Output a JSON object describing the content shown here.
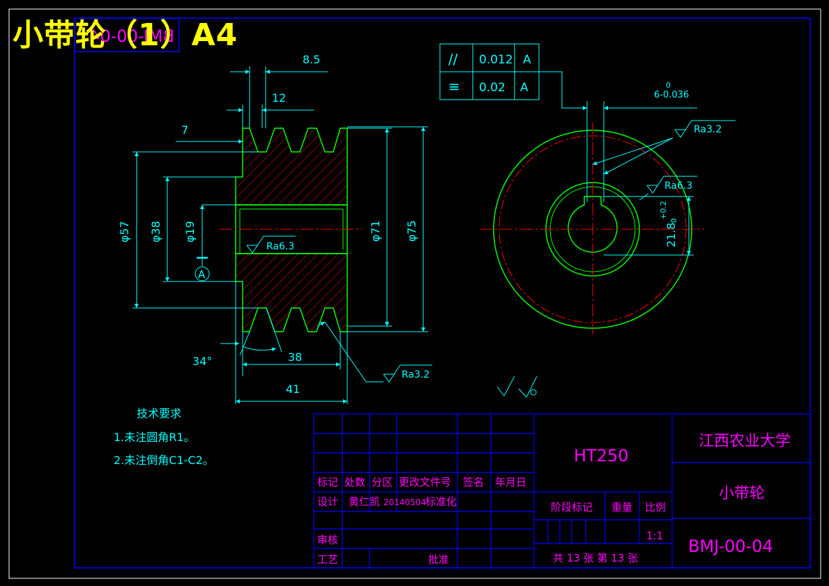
{
  "header": {
    "title": "小带轮（1）A4",
    "mirrored_code": "BMJ-00-04"
  },
  "dims": {
    "d85": "8.5",
    "d12": "12",
    "d7": "7",
    "phi57": "φ57",
    "phi38": "φ38",
    "phi19": "φ19",
    "phi71": "φ71",
    "phi75": "φ75",
    "d38": "38",
    "d41": "41",
    "ang34": "34°",
    "keyw_top": "0",
    "keyw": "6-0.036",
    "keyh_tol": "+0.2",
    "keyh_tol0": "0",
    "keyh": "21.8"
  },
  "datum": "A",
  "tolerances": {
    "row1": {
      "symbol": "//",
      "value": "0.012",
      "ref": "A"
    },
    "row2": {
      "symbol": "≡",
      "value": "0.02",
      "ref": "A"
    }
  },
  "roughness": {
    "ra32a": "Ra3.2",
    "ra63a": "Ra6.3",
    "ra63b": "Ra6.3",
    "ra32b": "Ra3.2"
  },
  "notes": {
    "title": "技术要求",
    "line1": "1.未注圆角R1。",
    "line2": "2.未注倒角C1-C2。"
  },
  "titleblock": {
    "material": "HT250",
    "school": "江西农业大学",
    "part": "小带轮",
    "code": "BMJ-00-04",
    "h_mark": "标记",
    "h_qty": "处数",
    "h_zone": "分区",
    "h_doc": "更改文件号",
    "h_sign": "签名",
    "h_date": "年月日",
    "design": "设计",
    "designer": "黄仁凯",
    "date": "20140504",
    "standard": "标准化",
    "check": "审核",
    "craft": "工艺",
    "approve": "批准",
    "stage": "阶段标记",
    "weight": "重量",
    "scale": "比例",
    "scale_val": "1:1",
    "sheet": "共 13 张 第 13 张"
  },
  "colors": {
    "frame": "#0000ff",
    "outline": "#00ff00",
    "dim": "#00ffff",
    "center": "#ff0000",
    "text": "#ff00ff",
    "title": "#ffff00"
  }
}
